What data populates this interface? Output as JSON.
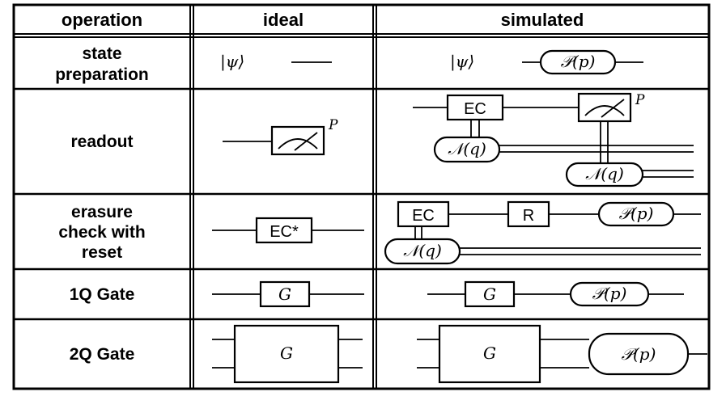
{
  "headers": [
    "operation",
    "ideal",
    "simulated"
  ],
  "rows": [
    {
      "label_lines": [
        "state",
        "preparation"
      ]
    },
    {
      "label_lines": [
        "readout"
      ]
    },
    {
      "label_lines": [
        "erasure",
        "check with",
        "reset"
      ]
    },
    {
      "label_lines": [
        "1Q Gate"
      ]
    },
    {
      "label_lines": [
        "2Q Gate"
      ]
    }
  ],
  "symbols": {
    "ket": "|ψ⟩",
    "noise_p": "𝒫(p)",
    "noise_q": "𝒩(q)",
    "ec": "EC",
    "ec_star": "EC*",
    "reset": "R",
    "gate": "G",
    "outcome": "P"
  }
}
